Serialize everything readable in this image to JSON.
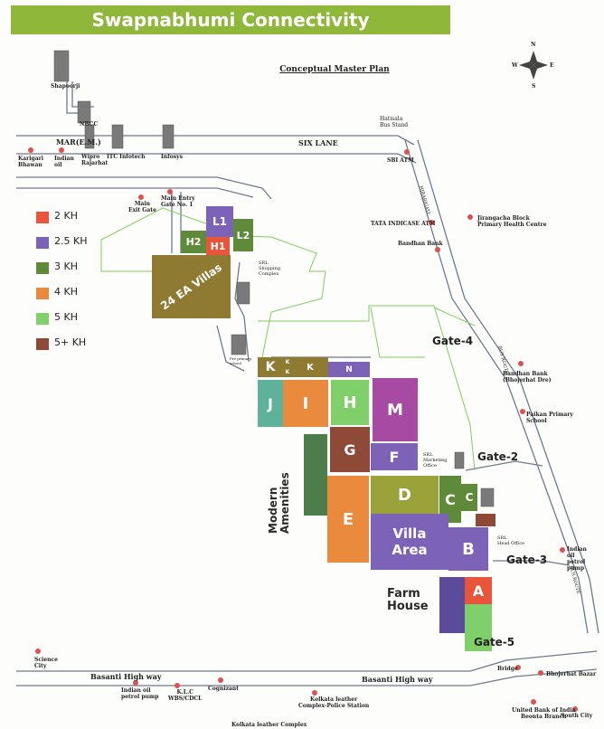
{
  "banner": {
    "title": "Swapnabhumi Connectivity",
    "color": "#8fb73a"
  },
  "subtitle": "Conceptual Master Plan",
  "compass": {
    "n": "N",
    "s": "S",
    "e": "E",
    "w": "W"
  },
  "legend": [
    {
      "label": "2 KH",
      "color": "#e8553b"
    },
    {
      "label": "2.5 KH",
      "color": "#7d63b8"
    },
    {
      "label": "3 KH",
      "color": "#5e8a3a"
    },
    {
      "label": "4 KH",
      "color": "#ea8a3c"
    },
    {
      "label": "5 KH",
      "color": "#7fd06a"
    },
    {
      "label": "5+ KH",
      "color": "#8e4a36"
    }
  ],
  "plots": {
    "l1": "L1",
    "l2": "L2",
    "h2": "H2",
    "h1": "H1",
    "villas24": "24 EA Villas",
    "k1": "K",
    "k2": "K",
    "k3": "K",
    "k4": "K",
    "n": "N",
    "j": "J",
    "i": "I",
    "h": "H",
    "m": "M",
    "g": "G",
    "f": "F",
    "d": "D",
    "c1": "C",
    "c2": "C",
    "e": "E",
    "villa_area": "Villa Area",
    "b": "B",
    "a": "A"
  },
  "big_labels": {
    "modern_amenities": "Modern Amenities",
    "farm_house": "Farm House"
  },
  "gates": {
    "gate2": "Gate-2",
    "gate3": "Gate-3",
    "gate4": "Gate-4",
    "gate5": "Gate-5"
  },
  "roads": {
    "six_lane": "SIX LANE",
    "mar": "MAR(E.M.)",
    "basanti_1": "Basanti High way",
    "basanti_2": "Basanti High way",
    "side_road_1": "HIRARIGATI",
    "side_road_2": "BUS ROUTE",
    "side_road_3": "BUS ROUTE"
  },
  "places": {
    "shapoorji": "Shapoorji",
    "nbcc": "NBCC",
    "karigari": "Karigari\nBhawan",
    "indian_oil_top": "Indian\noil",
    "wipro": "Wipro\nRajarhat",
    "itc": "ITC Infotech",
    "infosys": "Infosys",
    "hatisala": "Hatisala\nBus Stand",
    "sbi_atm": "SBI ATM",
    "main_exit": "Main\nExit Gate",
    "main_entry": "Main Entry\nGate No. 1",
    "tata_atm": "TATA INDICASE ATM",
    "bandhan_bank": "Bandhan Bank",
    "jirangacha": "Jirangacha Block\nPrimary Health Centre",
    "srl_shopping": "SRL\nShopping\nComplex",
    "pre_school": "Pre primary\nschool",
    "bandhan_bhojerhat": "Bandhan Bank\n(Bhojerhat Dre)",
    "paikan": "Paikan Primary\nSchool",
    "srl_marketing": "SRL\nMarketing\nOffice",
    "srl_head": "SRL\nHead Office",
    "indian_oil_right": "Indian\noil\npetrol\npump",
    "science_city": "Science\nCity",
    "indian_oil_bottom": "Indian oil\npetrol pump",
    "klc": "K.L.C\nWBS/CDCL",
    "cognizant": "Cognizant",
    "kolkata_police": "Kolkata leather\nComplex-Police Station",
    "kolkata_leather": "Kolkata leather Complex",
    "bridge": "Bridge",
    "bhojerhat_bazar": "Bhojerhat Bazar",
    "ubi": "United Bank of India\nBeonta Branch",
    "south_city": "South City"
  }
}
